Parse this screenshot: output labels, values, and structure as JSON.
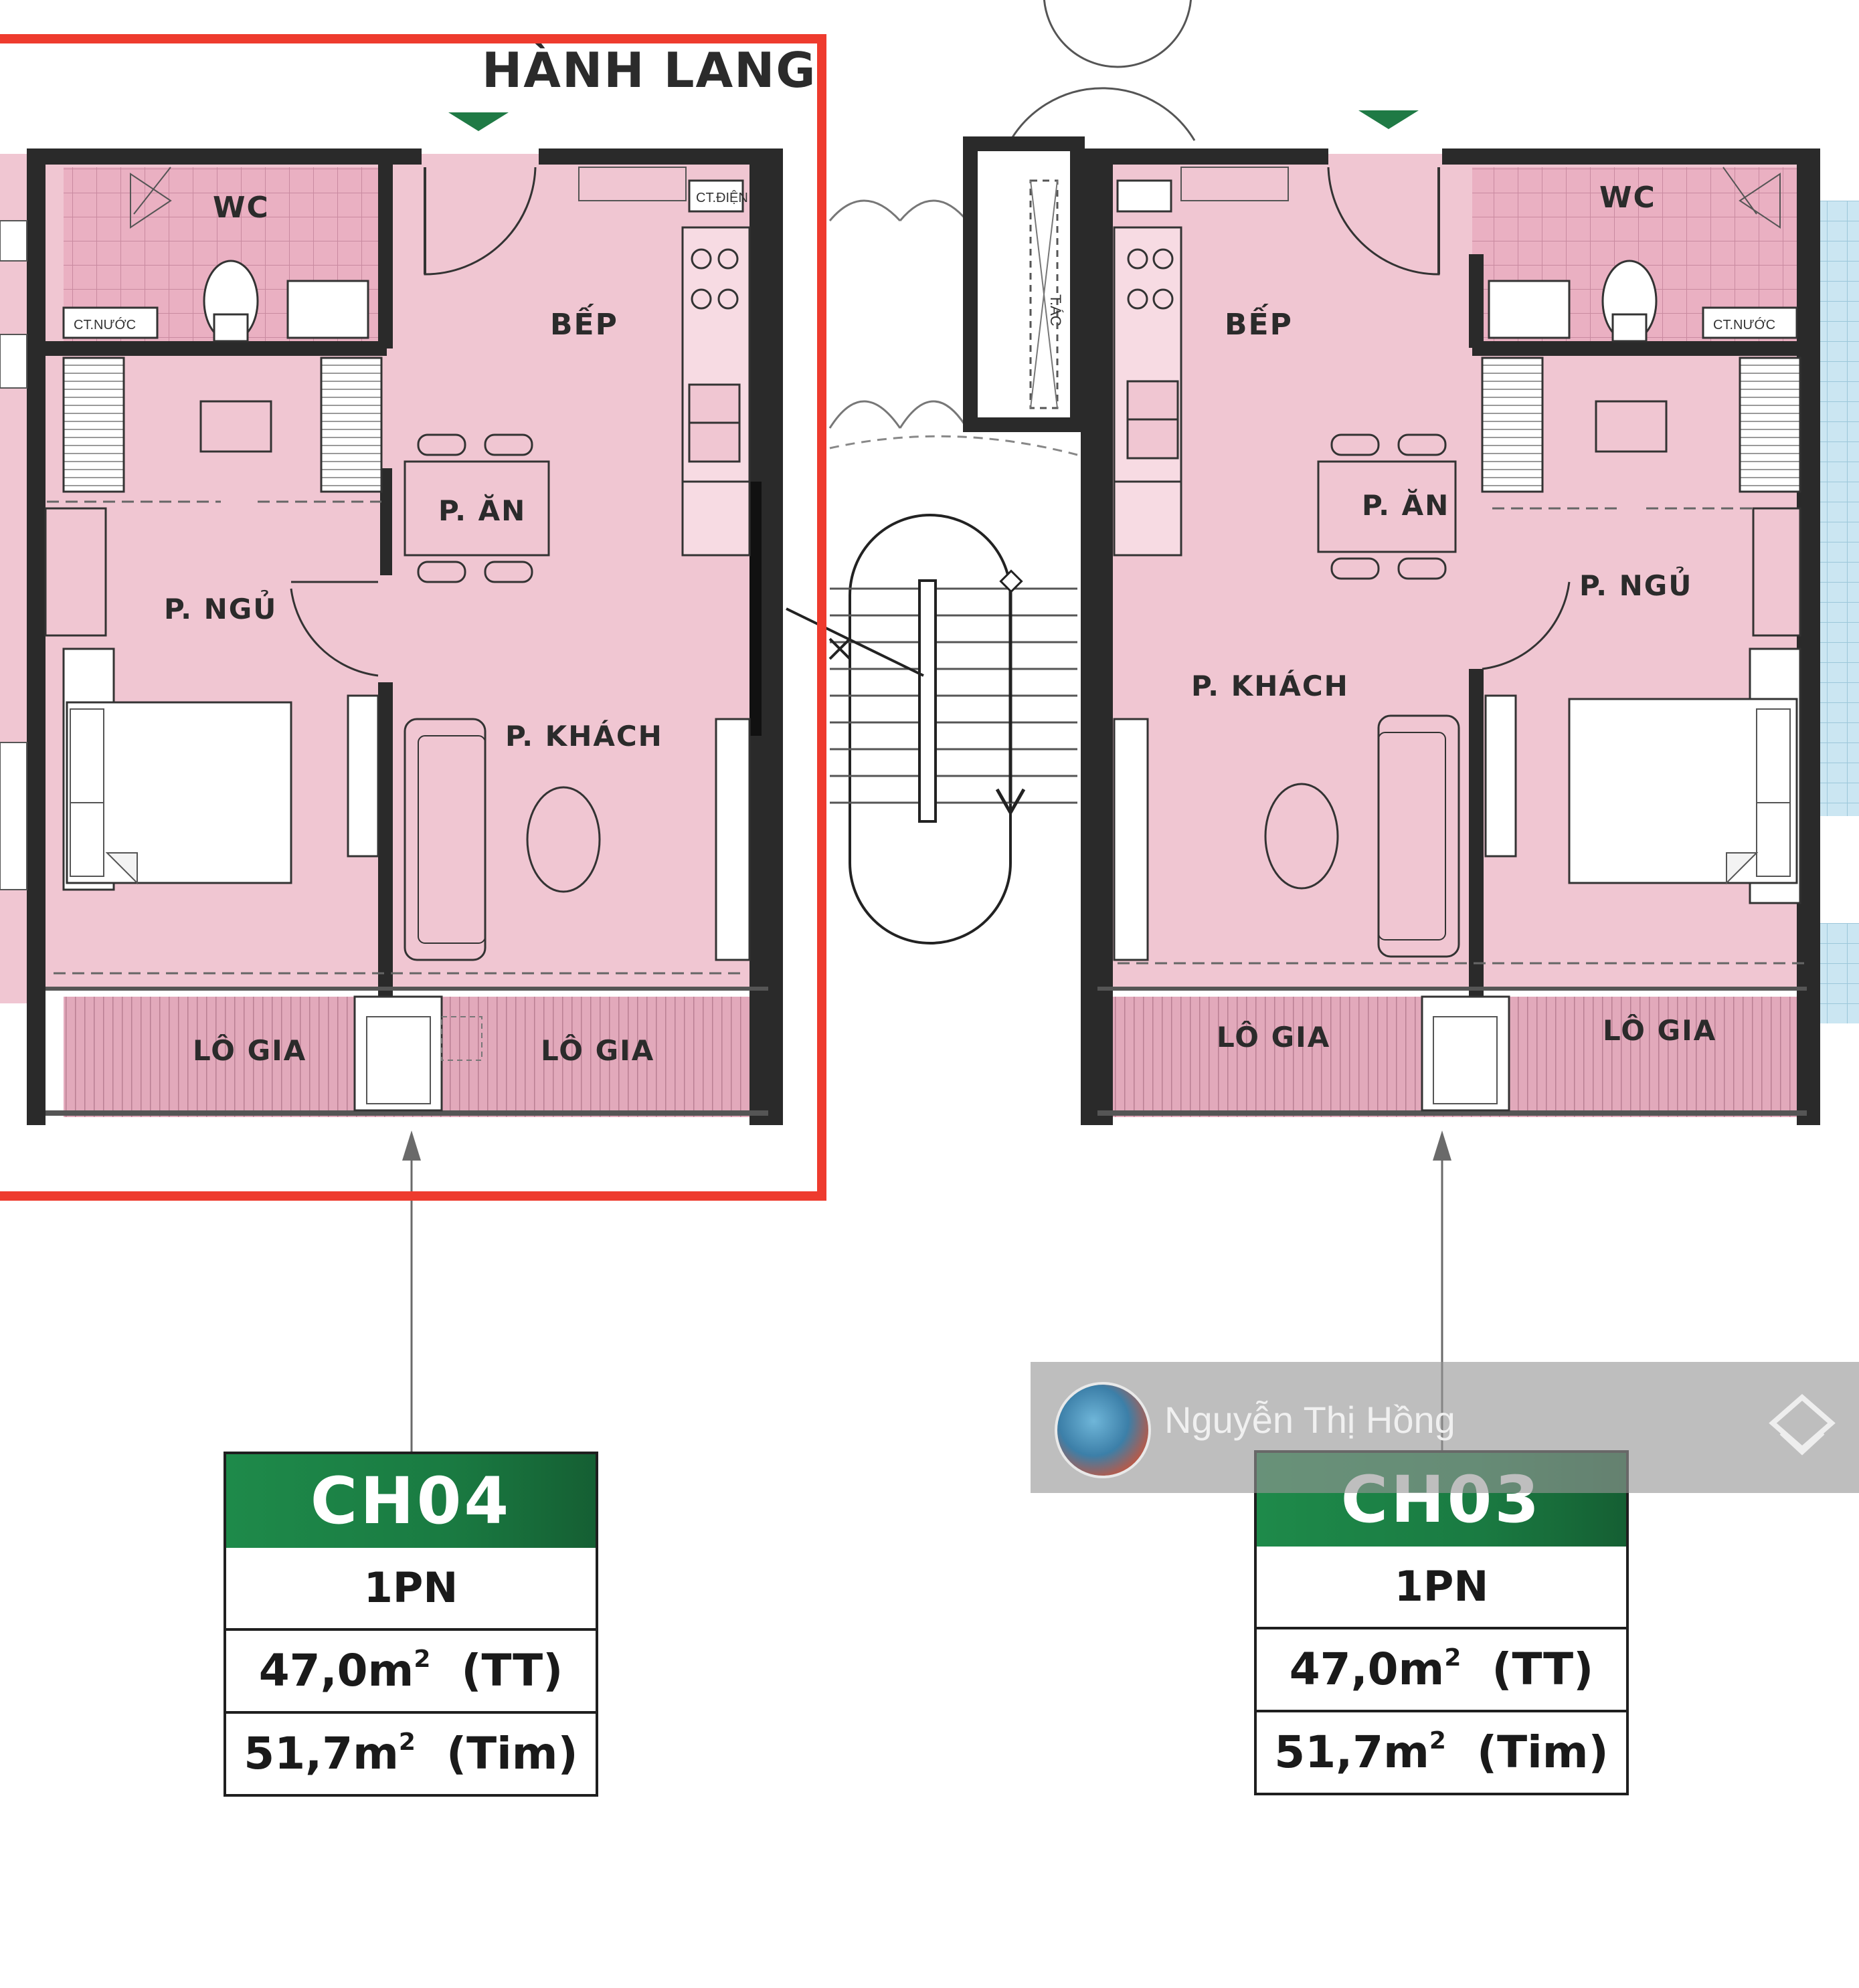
{
  "corridor_label": "HÀNH LANG",
  "room_labels": {
    "wc": "WC",
    "kitchen": "BẾP",
    "dining": "P. ĂN",
    "bedroom": "P. NGỦ",
    "living": "P. KHÁCH",
    "loggia": "LÔ GIA",
    "shaft_left": "CT.NƯỚC",
    "shaft_right": "CT.NƯỚC",
    "shaft_elec": "CT.ĐIỆN",
    "shaft_trash": "T.ÁC"
  },
  "units": [
    {
      "code": "CH04",
      "bedrooms": "1PN",
      "area_tt": "47,0m",
      "area_tt_tag": "(TT)",
      "area_tim": "51,7m",
      "area_tim_tag": "(Tim)",
      "sup": "2"
    },
    {
      "code": "CH03",
      "bedrooms": "1PN",
      "area_tt": "47,0m",
      "area_tt_tag": "(TT)",
      "area_tim": "51,7m",
      "area_tim_tag": "(Tim)",
      "sup": "2"
    }
  ],
  "watermark": {
    "name": "Nguyễn Thị Hồng"
  },
  "colors": {
    "floor": "#f0c6d2",
    "wall": "#2a2a2a",
    "highlight": "#ee3b2e",
    "brand_green": "#1a7b42",
    "tile": "#e9a6bc",
    "loggia": "#d99fb3"
  },
  "icons": [
    "door-arrow-icon",
    "stair-arrow-icon",
    "layers-logo-icon"
  ]
}
